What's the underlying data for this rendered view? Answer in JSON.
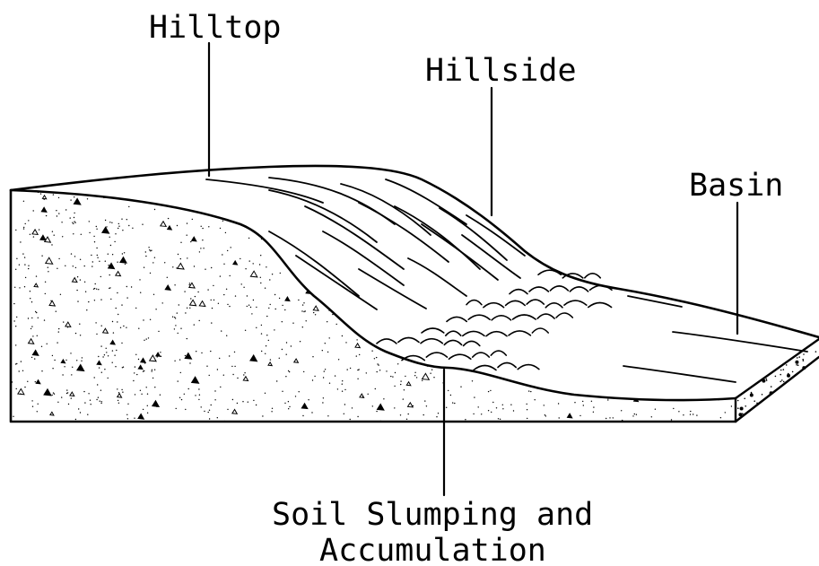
{
  "diagram": {
    "labels": {
      "hilltop": "Hilltop",
      "hillside": "Hillside",
      "basin": "Basin",
      "slumping_line1": "Soil Slumping and",
      "slumping_line2": "Accumulation"
    },
    "colors": {
      "ink": "#000000",
      "paper": "#ffffff"
    }
  }
}
